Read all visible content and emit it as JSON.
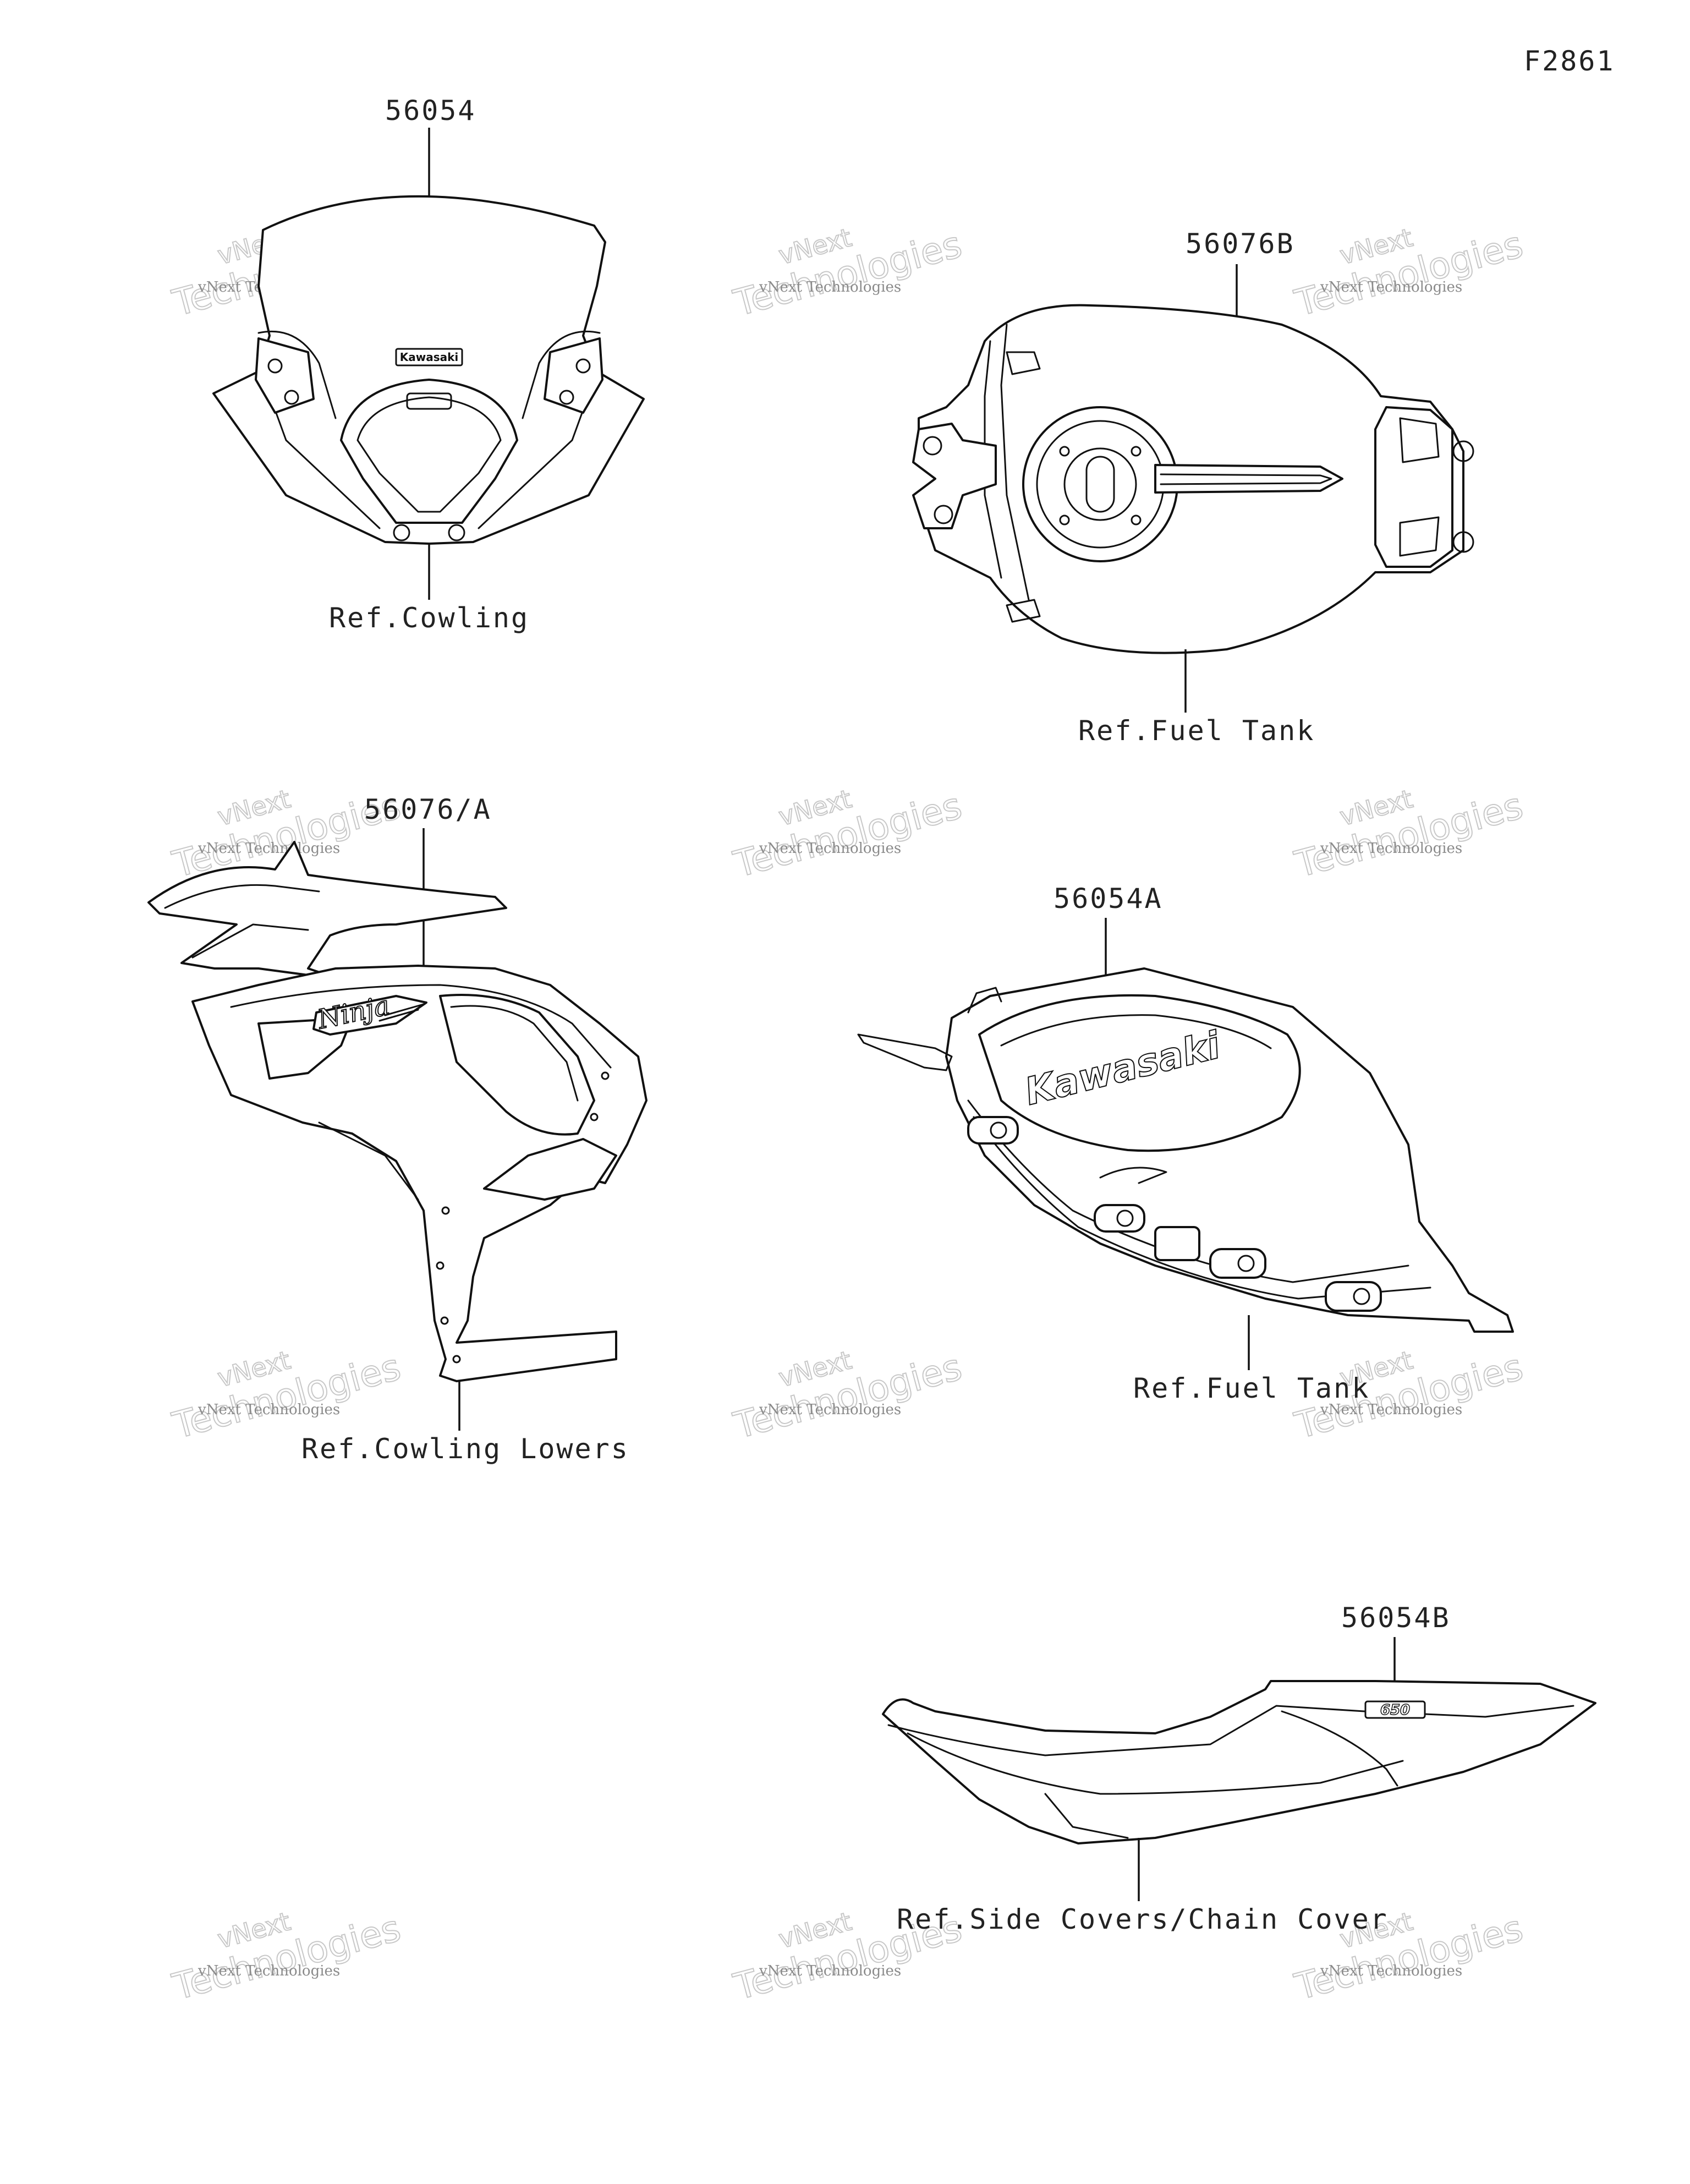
{
  "figure_code": "F2861",
  "watermark": {
    "line1": "vNext Technologies",
    "line2": "vNext",
    "line3": "Technologies"
  },
  "callouts": {
    "windshield_part": "56054",
    "windshield_ref": "Ref.Cowling",
    "tank_top_part": "56076B",
    "tank_top_ref": "Ref.Fuel Tank",
    "cowling_part": "56076/A",
    "cowling_ref": "Ref.Cowling Lowers",
    "tank_side_part": "56054A",
    "tank_side_ref": "Ref.Fuel Tank",
    "tail_part": "56054B",
    "tail_ref": "Ref.Side Covers/Chain Cover"
  },
  "decals": {
    "windshield_logo": "Kawasaki",
    "tank_logo": "Kawasaki",
    "ninja_logo": "Ninja",
    "tail_logo": "650"
  }
}
